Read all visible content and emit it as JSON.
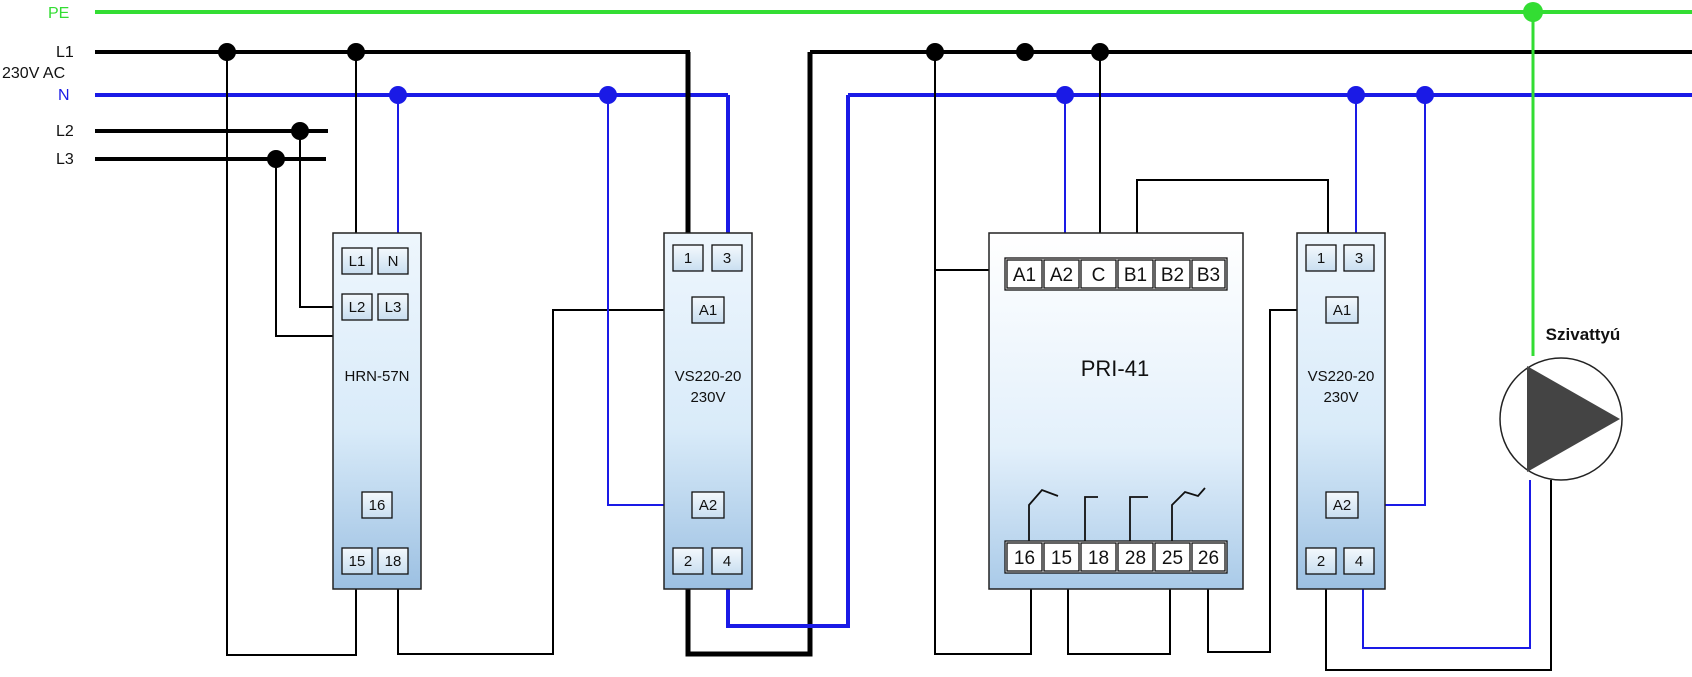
{
  "colors": {
    "pe": "#33dd33",
    "n": "#1a1ae6",
    "line": "#000000",
    "module_top": "#eaf3fb",
    "module_bottom": "#9fc3e4",
    "pump_triangle": "#444444"
  },
  "bus": {
    "pe": "PE",
    "l1": "L1",
    "voltage": "230V AC",
    "n": "N",
    "l2": "L2",
    "l3": "L3"
  },
  "hrn": {
    "name": "HRN-57N",
    "terminals": [
      "L1",
      "N",
      "L2",
      "L3",
      "16",
      "15",
      "18"
    ]
  },
  "vs1": {
    "name": "VS220-20",
    "voltage": "230V",
    "terminals": [
      "1",
      "3",
      "A1",
      "A2",
      "2",
      "4"
    ]
  },
  "pri": {
    "name": "PRI-41",
    "top_terminals": [
      "A1",
      "A2",
      "C",
      "B1",
      "B2",
      "B3"
    ],
    "bottom_terminals": [
      "16",
      "15",
      "18",
      "28",
      "25",
      "26"
    ]
  },
  "vs2": {
    "name": "VS220-20",
    "voltage": "230V",
    "terminals": [
      "1",
      "3",
      "A1",
      "A2",
      "2",
      "4"
    ]
  },
  "pump": {
    "label": "Szivattyú"
  }
}
